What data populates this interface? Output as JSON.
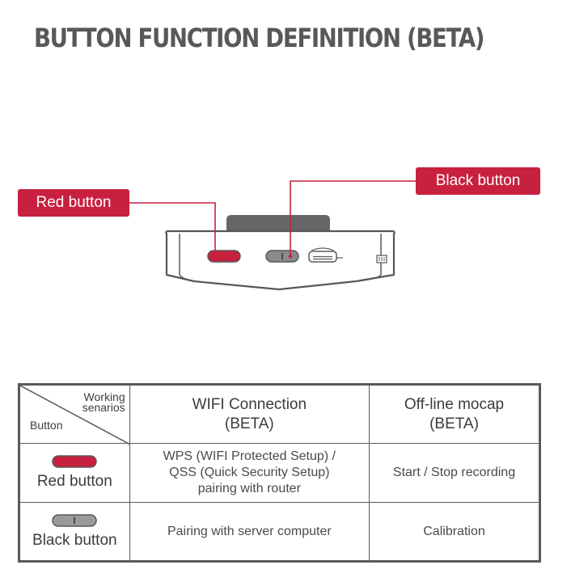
{
  "title": "BUTTON FUNCTION DEFINITION (BETA)",
  "callouts": {
    "red": "Red button",
    "black": "Black button"
  },
  "colors": {
    "accent_red": "#c8203f",
    "device_gray": "#58585a",
    "table_border": "#5a5a5a"
  },
  "table": {
    "corner_top": "Working senarios",
    "corner_top_line1": "Working",
    "corner_top_line2": "senarios",
    "corner_bottom": "Button",
    "columns": [
      {
        "line1": "WIFI Connection",
        "line2": "(BETA)"
      },
      {
        "line1": "Off-line mocap",
        "line2": "(BETA)"
      }
    ],
    "rows": [
      {
        "label": "Red button",
        "wifi_line1": "WPS (WIFI Protected Setup) /",
        "wifi_line2": "QSS (Quick Security Setup)",
        "wifi_line3": "pairing with router",
        "offline": "Start / Stop recording"
      },
      {
        "label": "Black button",
        "wifi": "Pairing with server computer",
        "offline": "Calibration"
      }
    ]
  }
}
